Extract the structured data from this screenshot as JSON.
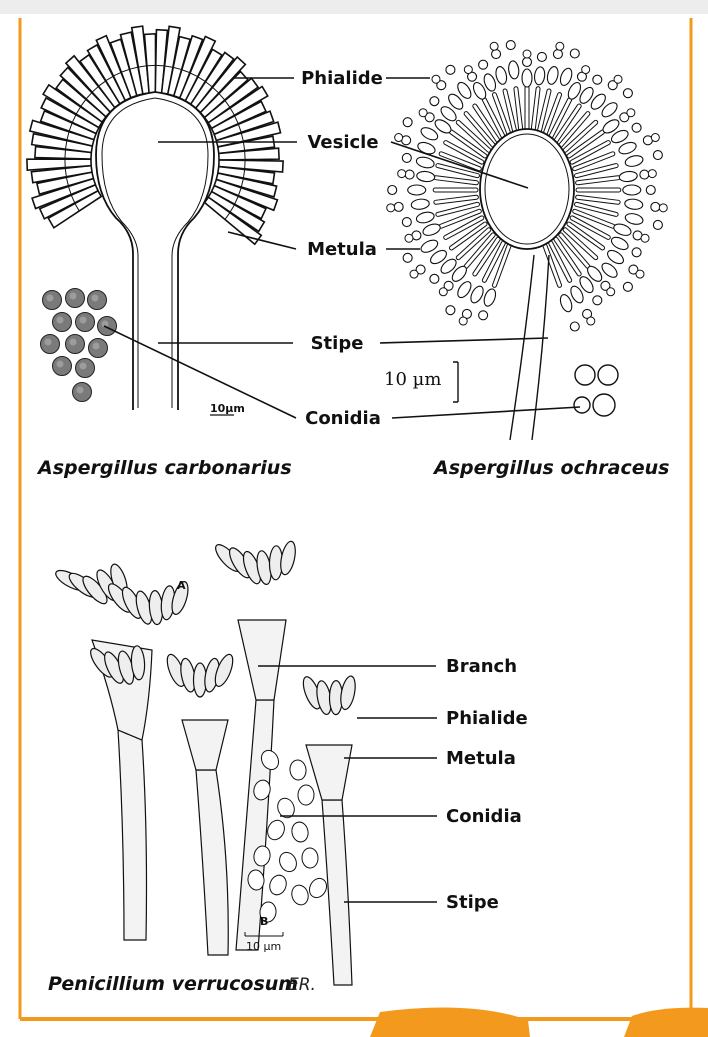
{
  "colors": {
    "accent_orange": "#F39A1E",
    "ink": "#111111",
    "background": "#FFFFFF"
  },
  "aspergillus_carbonarius": {
    "caption": "Aspergillus carbonarius",
    "scale_bar": "10µm"
  },
  "aspergillus_ochraceus": {
    "caption": "Aspergillus ochraceus",
    "scale_bar": "10 µm"
  },
  "top_labels": {
    "phialide": "Phialide",
    "vesicle": "Vesicle",
    "metula": "Metula",
    "stipe": "Stipe",
    "conidia": "Conidia"
  },
  "penicillium_verrucosum": {
    "caption": "Penicillium verrucosum",
    "signature": "ER.",
    "panel_letter_a": "A",
    "panel_letter_b": "B",
    "scale_bar": "10 µm",
    "labels": {
      "branch": "Branch",
      "phialide": "Phialide",
      "metula": "Metula",
      "conidia": "Conidia",
      "stipe": "Stipe"
    }
  }
}
